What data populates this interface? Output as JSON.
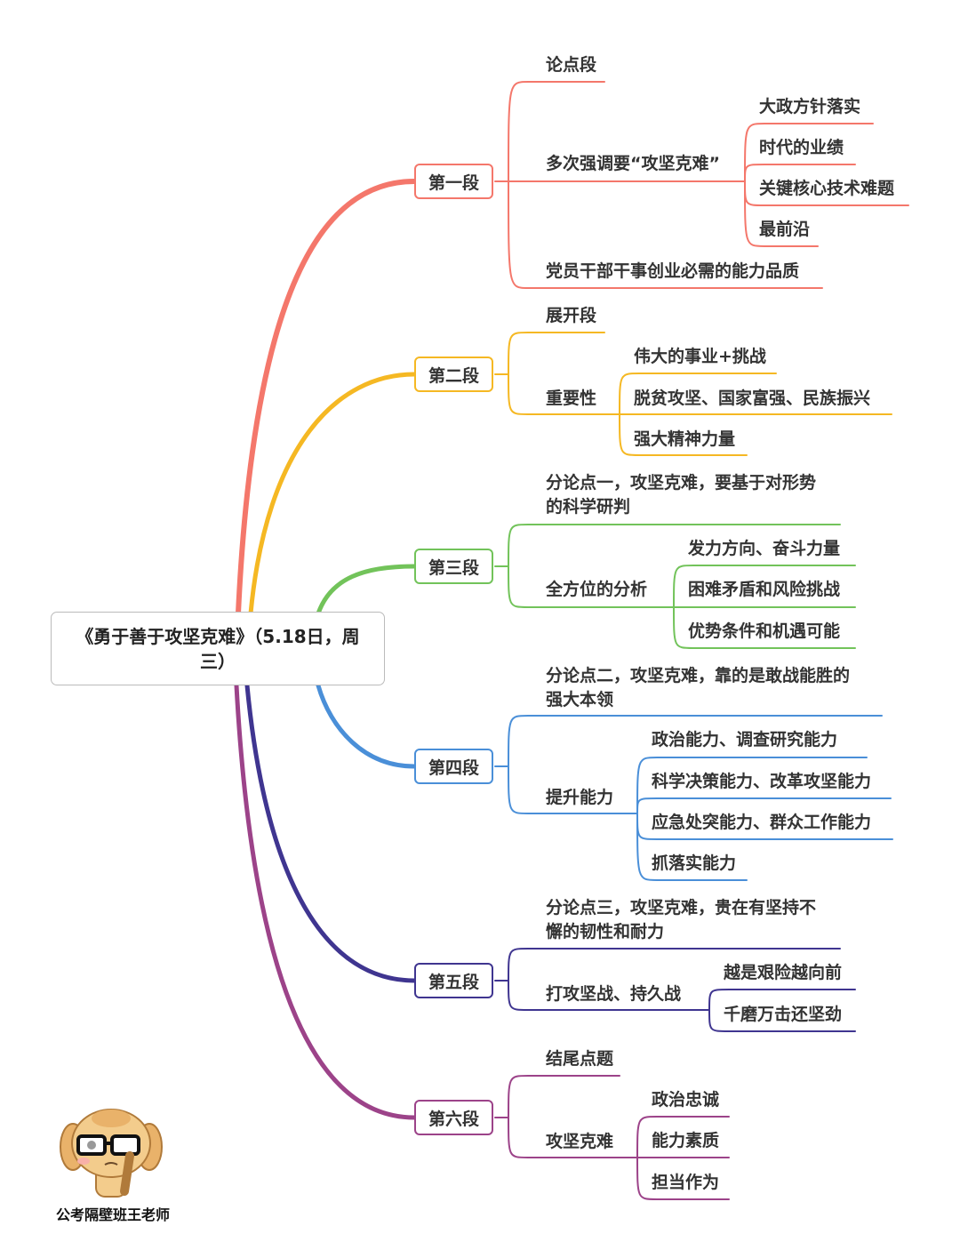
{
  "root": {
    "title": "《勇于善于攻坚克难》（5.18日，周三）"
  },
  "colors": {
    "b1": "#f4776b",
    "b2": "#f5b823",
    "b3": "#72c35a",
    "b4": "#4a8fd8",
    "b5": "#3f3590",
    "b6": "#9c4389"
  },
  "branches": [
    {
      "label": "第一段",
      "children": [
        {
          "label": "论点段"
        },
        {
          "label": "多次强调要“攻坚克难”",
          "children": [
            "大政方针落实",
            "时代的业绩",
            "关键核心技术难题",
            "最前沿"
          ]
        },
        {
          "label": "党员干部干事创业必需的能力品质"
        }
      ]
    },
    {
      "label": "第二段",
      "children": [
        {
          "label": "展开段"
        },
        {
          "label": "重要性",
          "children": [
            "伟大的事业+挑战",
            "脱贫攻坚、国家富强、民族振兴",
            "强大精神力量"
          ]
        }
      ]
    },
    {
      "label": "第三段",
      "children": [
        {
          "label": "分论点一，攻坚克难，要基于对形势",
          "label2": "的科学研判"
        },
        {
          "label": "全方位的分析",
          "children": [
            "发力方向、奋斗力量",
            "困难矛盾和风险挑战",
            "优势条件和机遇可能"
          ]
        }
      ]
    },
    {
      "label": "第四段",
      "children": [
        {
          "label": "分论点二，攻坚克难，靠的是敢战能胜的",
          "label2": "强大本领"
        },
        {
          "label": "提升能力",
          "children": [
            "政治能力、调查研究能力",
            "科学决策能力、改革攻坚能力",
            "应急处突能力、群众工作能力",
            "抓落实能力"
          ]
        }
      ]
    },
    {
      "label": "第五段",
      "children": [
        {
          "label": "分论点三，攻坚克难，贵在有坚持不",
          "label2": "懈的韧性和耐力"
        },
        {
          "label": "打攻坚战、持久战",
          "children": [
            "越是艰险越向前",
            "千磨万击还坚劲"
          ]
        }
      ]
    },
    {
      "label": "第六段",
      "children": [
        {
          "label": "结尾点题"
        },
        {
          "label": "攻坚克难",
          "children": [
            "政治忠诚",
            "能力素质",
            "担当作为"
          ]
        }
      ]
    }
  ],
  "watermark": {
    "caption": "公考隔壁班王老师"
  }
}
